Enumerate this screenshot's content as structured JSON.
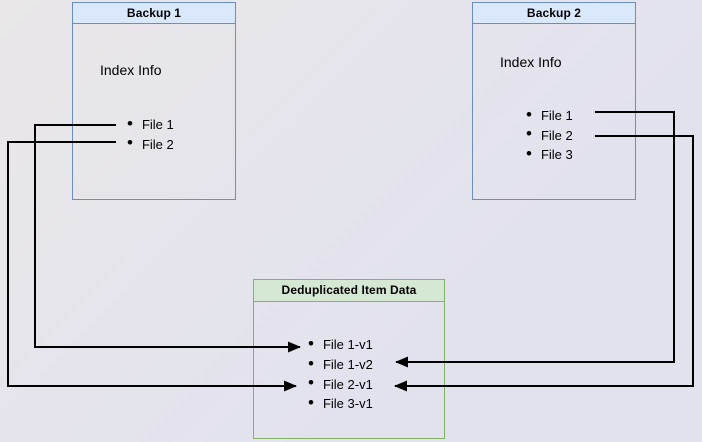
{
  "colors": {
    "bg_start": "#e9e7e8",
    "bg_end": "#e2e2ef",
    "blue_fill": "#dae8fc",
    "blue_stroke": "#6c8ebf",
    "green_fill": "#d5e8d4",
    "green_stroke": "#82b366",
    "wire": "#000000",
    "text": "#000000"
  },
  "icons": {
    "bullet": "•"
  },
  "nodes": {
    "backup1": {
      "title": "Backup 1",
      "section_label": "Index Info",
      "items": [
        "File 1",
        "File 2"
      ]
    },
    "backup2": {
      "title": "Backup 2",
      "section_label": "Index Info",
      "items": [
        "File 1",
        "File 2",
        "File 3"
      ]
    },
    "dedup": {
      "title": "Deduplicated Item Data",
      "items": [
        "File 1-v1",
        "File 1-v2",
        "File 2-v1",
        "File 3-v1"
      ]
    }
  },
  "connections": [
    {
      "from": "Backup 1 / File 1",
      "to": "File 1-v1",
      "side": "left"
    },
    {
      "from": "Backup 1 / File 2",
      "to": "File 2-v1",
      "side": "left"
    },
    {
      "from": "Backup 2 / File 1",
      "to": "File 1-v2",
      "side": "right"
    },
    {
      "from": "Backup 2 / File 2",
      "to": "File 2-v1",
      "side": "right"
    }
  ]
}
